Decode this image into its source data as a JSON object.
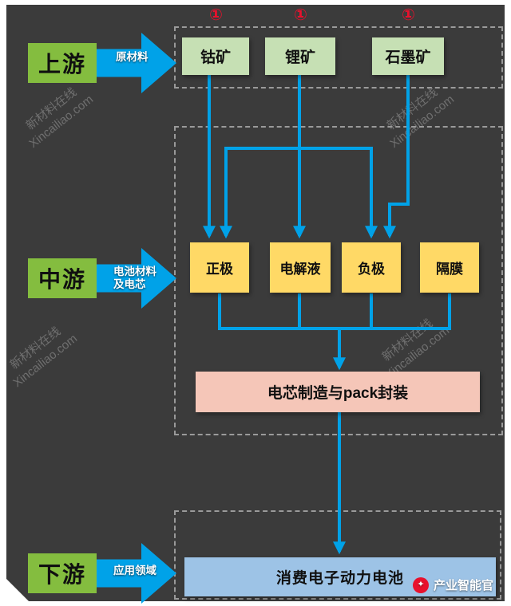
{
  "stages": [
    {
      "label": "上游",
      "arrow_label": "原材料"
    },
    {
      "label": "中游",
      "arrow_label": "电池材料及电芯"
    },
    {
      "label": "下游",
      "arrow_label": "应用领域"
    }
  ],
  "upstream": {
    "items": [
      {
        "label": "钴矿",
        "badge": "①"
      },
      {
        "label": "锂矿",
        "badge": "①"
      },
      {
        "label": "石墨矿",
        "badge": "①"
      }
    ]
  },
  "midstream": {
    "components": [
      {
        "label": "正极"
      },
      {
        "label": "电解液"
      },
      {
        "label": "负极"
      },
      {
        "label": "隔膜"
      }
    ],
    "pack_label": "电芯制造与pack封装"
  },
  "downstream": {
    "product_label": "消费电子动力电池"
  },
  "watermark": {
    "line1": "新材料在线",
    "line2": "Xincailiao.com"
  },
  "logo": {
    "text": "产业智能官",
    "icon": "✦"
  },
  "colors": {
    "accent_blue": "#00a2e8",
    "stage_green": "#84bd3f",
    "mineral_green": "#c6e0b4",
    "component_yellow": "#ffd966",
    "pack_pink": "#f5c6b8",
    "product_blue": "#9dc3e6",
    "badge_red": "#e8112d",
    "background": "#3b3b3b"
  }
}
